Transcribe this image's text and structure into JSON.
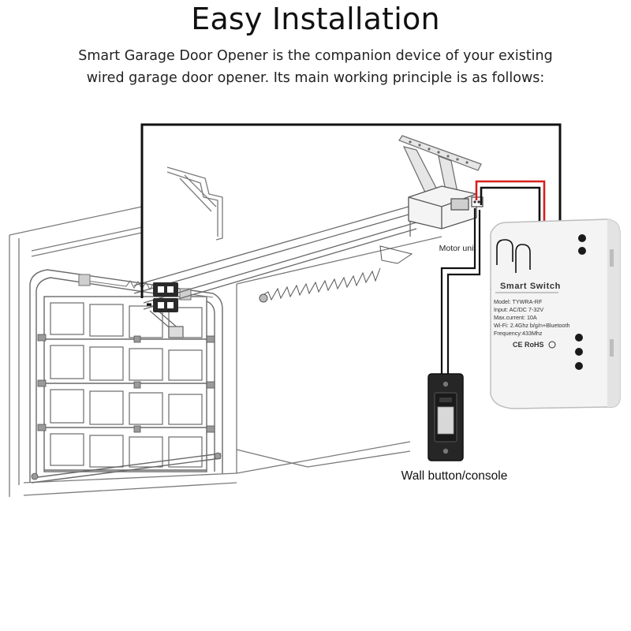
{
  "header": {
    "title": "Easy Installation",
    "subtitle_line1": "Smart Garage Door Opener is the companion device of your existing",
    "subtitle_line2": "wired garage door opener. Its main working principle is as follows:"
  },
  "labels": {
    "motor_unit": "Motor unit",
    "wall_button": "Wall button/console"
  },
  "smart_switch": {
    "name": "Smart Switch",
    "model": "Model: TYWRA-RF",
    "input": "Input: AC/DC 7-32V",
    "max_current": "Max.current: 10A",
    "wifi": "Wi-Fi: 2.4Ghz b/g/n+Bluetooth",
    "frequency": "Frequency:433Mhz",
    "certifications": "CE RoHS"
  },
  "colors": {
    "wire_black": "#111111",
    "wire_red": "#d81e1e",
    "line_art": "#7a7a7a",
    "device_body": "#f4f4f4"
  }
}
